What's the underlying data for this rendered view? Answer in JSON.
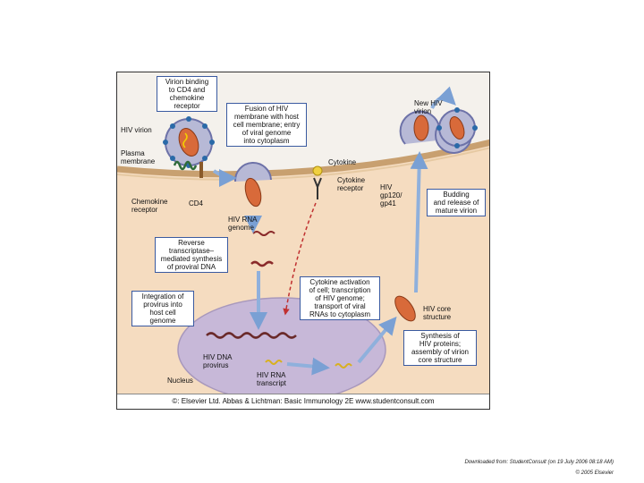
{
  "figure": {
    "boxes": {
      "virion_binding": "Virion binding\nto CD4 and\nchemokine\nreceptor",
      "fusion": "Fusion of HIV\nmembrane with host\ncell membrane; entry\nof viral genome\ninto cytoplasm",
      "reverse_transcriptase": "Reverse\ntranscriptase–\nmediated synthesis\nof proviral DNA",
      "integration": "Integration of\nprovirus into\nhost cell\ngenome",
      "cytokine_activation": "Cytokine activation\nof cell; transcription\nof HIV genome;\ntransport of viral\nRNAs to cytoplasm",
      "synthesis": "Synthesis of\nHIV proteins;\nassembly of virion\ncore structure",
      "budding": "Budding\nand release of\nmature virion"
    },
    "labels": {
      "hiv_virion": "HIV virion",
      "plasma_membrane": "Plasma\nmembrane",
      "chemokine_receptor": "Chemokine\nreceptor",
      "cd4": "CD4",
      "hiv_rna_genome": "HIV RNA\ngenome",
      "cytokine": "Cytokine",
      "cytokine_receptor": "Cytokine\nreceptor",
      "new_hiv_virion": "New HIV\nvirion",
      "hiv_gp": "HIV\ngp120/\ngp41",
      "hiv_core_structure": "HIV core\nstructure",
      "hiv_dna_provirus": "HIV DNA\nprovirus",
      "hiv_rna_transcript": "HIV RNA\ntranscript",
      "nucleus": "Nucleus"
    },
    "copyright": "©: Elsevier Ltd. Abbas & Lichtman: Basic Immunology 2E www.studentconsult.com"
  },
  "footer": {
    "downloaded": "Downloaded from: StudentConsult (on 19 July 2006 08:18 AM)",
    "copyright": "© 2005 Elsevier"
  },
  "colors": {
    "cytoplasm": "#f5dcc0",
    "membrane": "#c8a070",
    "nucleus": "#c7b8d8",
    "arrow": "#8fb0dc",
    "box_border": "#3a5aa0",
    "virion": "#a0a4c8",
    "core": "#d86a3a"
  }
}
